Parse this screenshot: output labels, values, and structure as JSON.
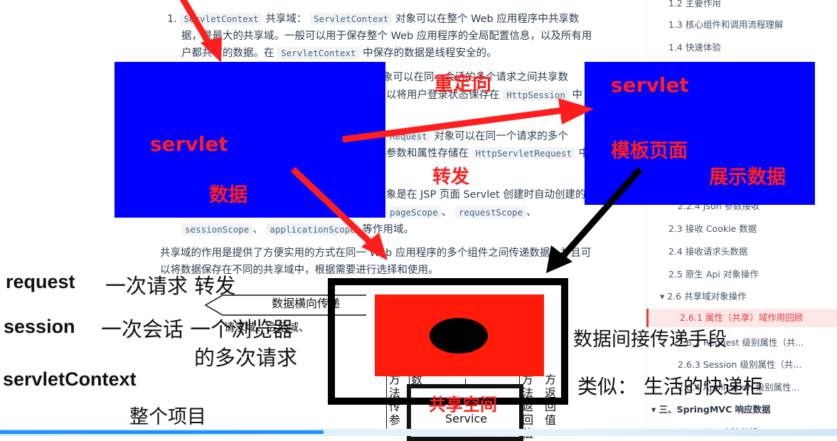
{
  "article": {
    "item1_num": "1.",
    "item1_code1": "ServletContext",
    "item1_text1": "共享域：",
    "item1_code2": "ServletContext",
    "item1_text2": "对象可以在整个 Web 应用程序中共享数",
    "item1_line2": "据，是最大的共享域。一般可以用于保存整个 Web 应用程序的全局配置信息，以及所有用",
    "item1_line3a": "户都共享的数据。在",
    "item1_line3_code": "ServletContext",
    "item1_line3b": "中保存的数据是线程安全的。",
    "item2_line1": "象可以在同一会话的多个请求之间共享数",
    "item2_line2a": "以将用户登录状态保存在",
    "item2_line2_code": "HttpSession",
    "item2_line2b": "中",
    "item3_code1": "Request",
    "item3_line1": "对象可以在同一个请求的多个",
    "item3_line2a": "参数和属性存储在",
    "item3_line2_code": "HttpServletRequest",
    "item3_line2b": "中",
    "item4_line1": "象是在 JSP 页面 Servlet 创建时自动创建的。",
    "item4_code1": "pageScope",
    "item4_sep": "、",
    "item4_code2": "requestScope",
    "item4_sep2": "、",
    "item4_code3": "sessionScope",
    "item4_sep3": "、",
    "item4_code4": "applicationScope",
    "item4_tail": "等作用域。",
    "summary_line1": "共享域的作用是提供了方便实用的方式在同一 Web 应用程序的多个组件之间传递数据，并且可",
    "summary_line2": "以将数据保存在不同的共享域中，根据需要进行选择和使用。"
  },
  "diagram": {
    "horizontal_label": "数据横向传递",
    "scope_text": "请求域、会话域、",
    "service_label": "Service",
    "col_left": "方法传参",
    "col_mid": "数据回传",
    "col_right1": "方法返回值",
    "col_right2": "方返回值"
  },
  "toc": {
    "items": [
      "1.2 主要作用",
      "1.3 核心组件和调用流程理解",
      "1.4 快速体验",
      "2.2.4 Json 参数接收",
      "2.3 接收 Cookie 数据",
      "2.4 接收请求头数据",
      "2.5 原生 Api 对象操作",
      "▾ 2.6 共享域对象操作",
      "2.6.1 属性（共享）域作用回顾",
      "2.6.2 Request 级别属性（共...",
      "2.6.3 Session 级别属性（共...",
      "2.6.4 Application 级别属性...",
      "▾ 三、SpringMVC 响应数据",
      "3.1 handler 方法分析"
    ]
  },
  "annotations": {
    "left_box_title": "servlet",
    "left_box_sub": "数据",
    "right_box_title": "servlet",
    "right_box_sub": "模板页面",
    "right_box_sub2": "展示数据",
    "redirect": "重定向",
    "forward": "转发",
    "request_label": "request",
    "request_desc": "一次请求 转发",
    "session_label": "session",
    "session_desc": "一次会话  一个浏览器",
    "session_desc2": "的多次请求",
    "context_label": "servletContext",
    "context_desc": "整个项目",
    "shared_space": "共享空间",
    "indirect": "数据间接传递手段",
    "analogy": "类似：  生活的快递柜"
  },
  "colors": {
    "blue": "#0000ff",
    "red": "#ff1e1e",
    "accent": "#e53e3e"
  }
}
